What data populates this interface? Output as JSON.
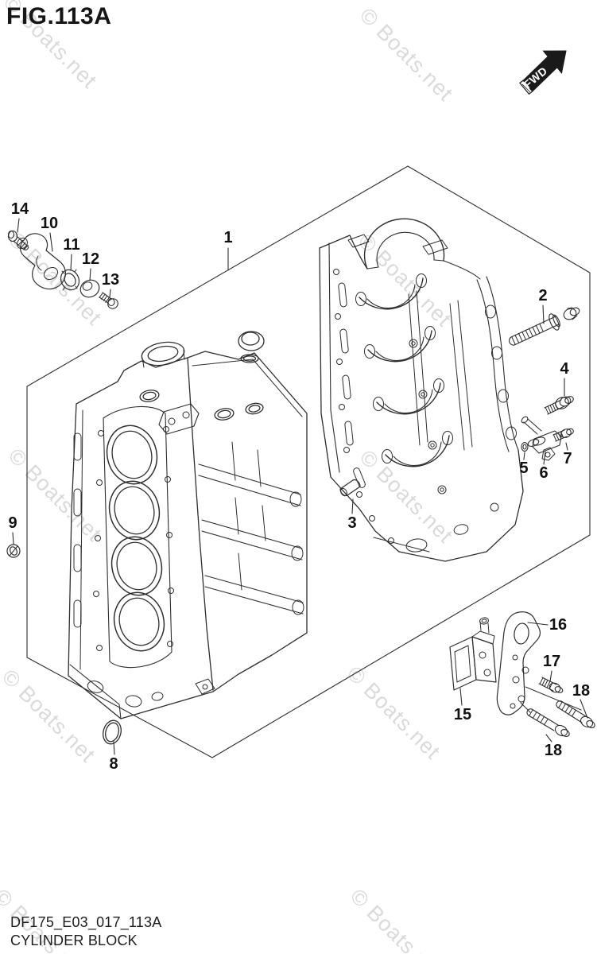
{
  "page": {
    "title": "FIG.113A",
    "footer_code": "DF175_E03_017_113A",
    "footer_name": "CYLINDER BLOCK"
  },
  "badges": {
    "fwd": "FWD"
  },
  "watermark": {
    "text": "© Boats.net",
    "color": "#dadada"
  },
  "diagram": {
    "type": "exploded-parts-diagram",
    "subject": "Outboard engine cylinder block and crankcase assembly",
    "line_color": "#2e2e2e",
    "callouts": [
      "1",
      "2",
      "3",
      "4",
      "5",
      "6",
      "7",
      "8",
      "9",
      "10",
      "11",
      "12",
      "13",
      "14",
      "15",
      "16",
      "17",
      "18",
      "18"
    ]
  }
}
